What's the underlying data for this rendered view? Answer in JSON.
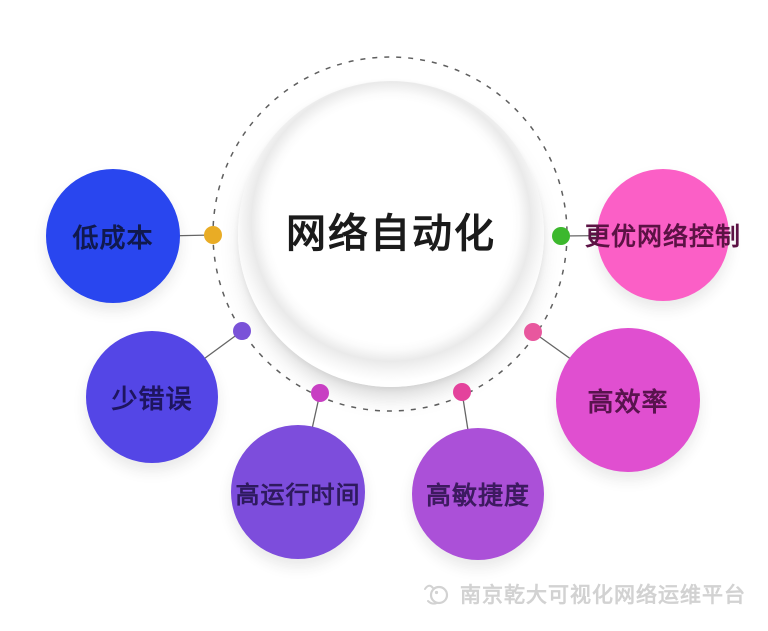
{
  "diagram": {
    "center": {
      "label": "网络自动化"
    },
    "nodes": [
      {
        "id": "low-cost",
        "label": "低成本",
        "fill": "#2946ef",
        "text_color": "#10194e",
        "dot_color": "#e9ac25"
      },
      {
        "id": "fewer-errors",
        "label": "少错误",
        "fill": "#5446e6",
        "text_color": "#1e1560",
        "dot_color": "#7a52d8"
      },
      {
        "id": "high-uptime",
        "label": "高运行时间",
        "fill": "#7d4ddc",
        "text_color": "#2e1a5e",
        "dot_color": "#c83fc3"
      },
      {
        "id": "high-agility",
        "label": "高敏捷度",
        "fill": "#ab50d8",
        "text_color": "#3d1a60",
        "dot_color": "#e4429c"
      },
      {
        "id": "high-efficiency",
        "label": "高效率",
        "fill": "#e04fd0",
        "text_color": "#59134e",
        "dot_color": "#e8579e"
      },
      {
        "id": "better-network-control",
        "label": "更优网络控制",
        "fill": "#fb5fc6",
        "text_color": "#5c1244",
        "dot_color": "#3cb82d"
      }
    ],
    "ring_dash_color": "#5f5f5f",
    "connector_color": "#666666",
    "footer": {
      "watermark": "南京乾大可视化网络运维平台"
    }
  }
}
